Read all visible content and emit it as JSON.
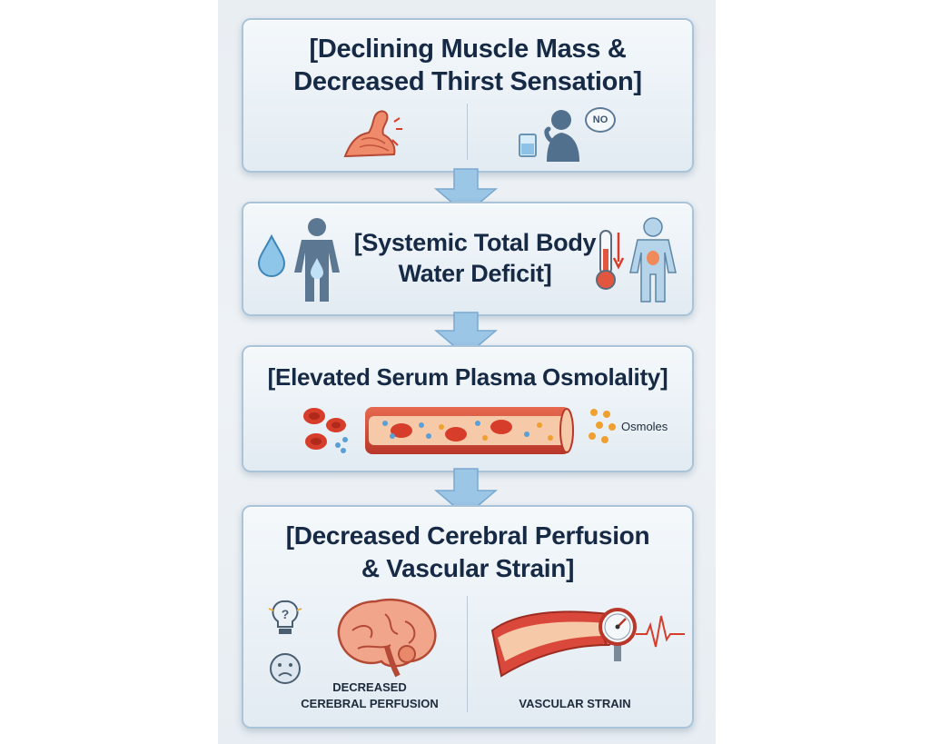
{
  "steps": [
    {
      "title_line1": "[Declining Muscle Mass &",
      "title_line2": "Decreased Thirst Sensation]",
      "badge": "NO"
    },
    {
      "title_line1": "[Systemic Total Body",
      "title_line2": "Water Deficit]"
    },
    {
      "title_line1": "[Elevated Serum Plasma Osmolality]",
      "osmoles_label": "Osmoles"
    },
    {
      "title_line1": "[Decreased Cerebral Perfusion",
      "title_line2": "& Vascular Strain]",
      "caption_left_line1": "DECREASED",
      "caption_left_line2": "CEREBRAL PERFUSION",
      "caption_right": "VASCULAR STRAIN"
    }
  ],
  "colors": {
    "title": "#172a45",
    "border": "#a9c4d9",
    "arrow": "#9cc6e6",
    "vessel": "#d9483b",
    "muscle": "#e8735a"
  },
  "icons": [
    "flexed-arm-icon",
    "person-refusing-water-icon",
    "water-drop-icon",
    "body-silhouette-icon",
    "thermometer-icon",
    "blood-cells-icon",
    "blood-vessel-icon",
    "osmoles-dots-icon",
    "lightbulb-question-icon",
    "sad-face-icon",
    "brain-icon",
    "artery-icon",
    "pressure-gauge-icon",
    "pulse-line-icon"
  ]
}
